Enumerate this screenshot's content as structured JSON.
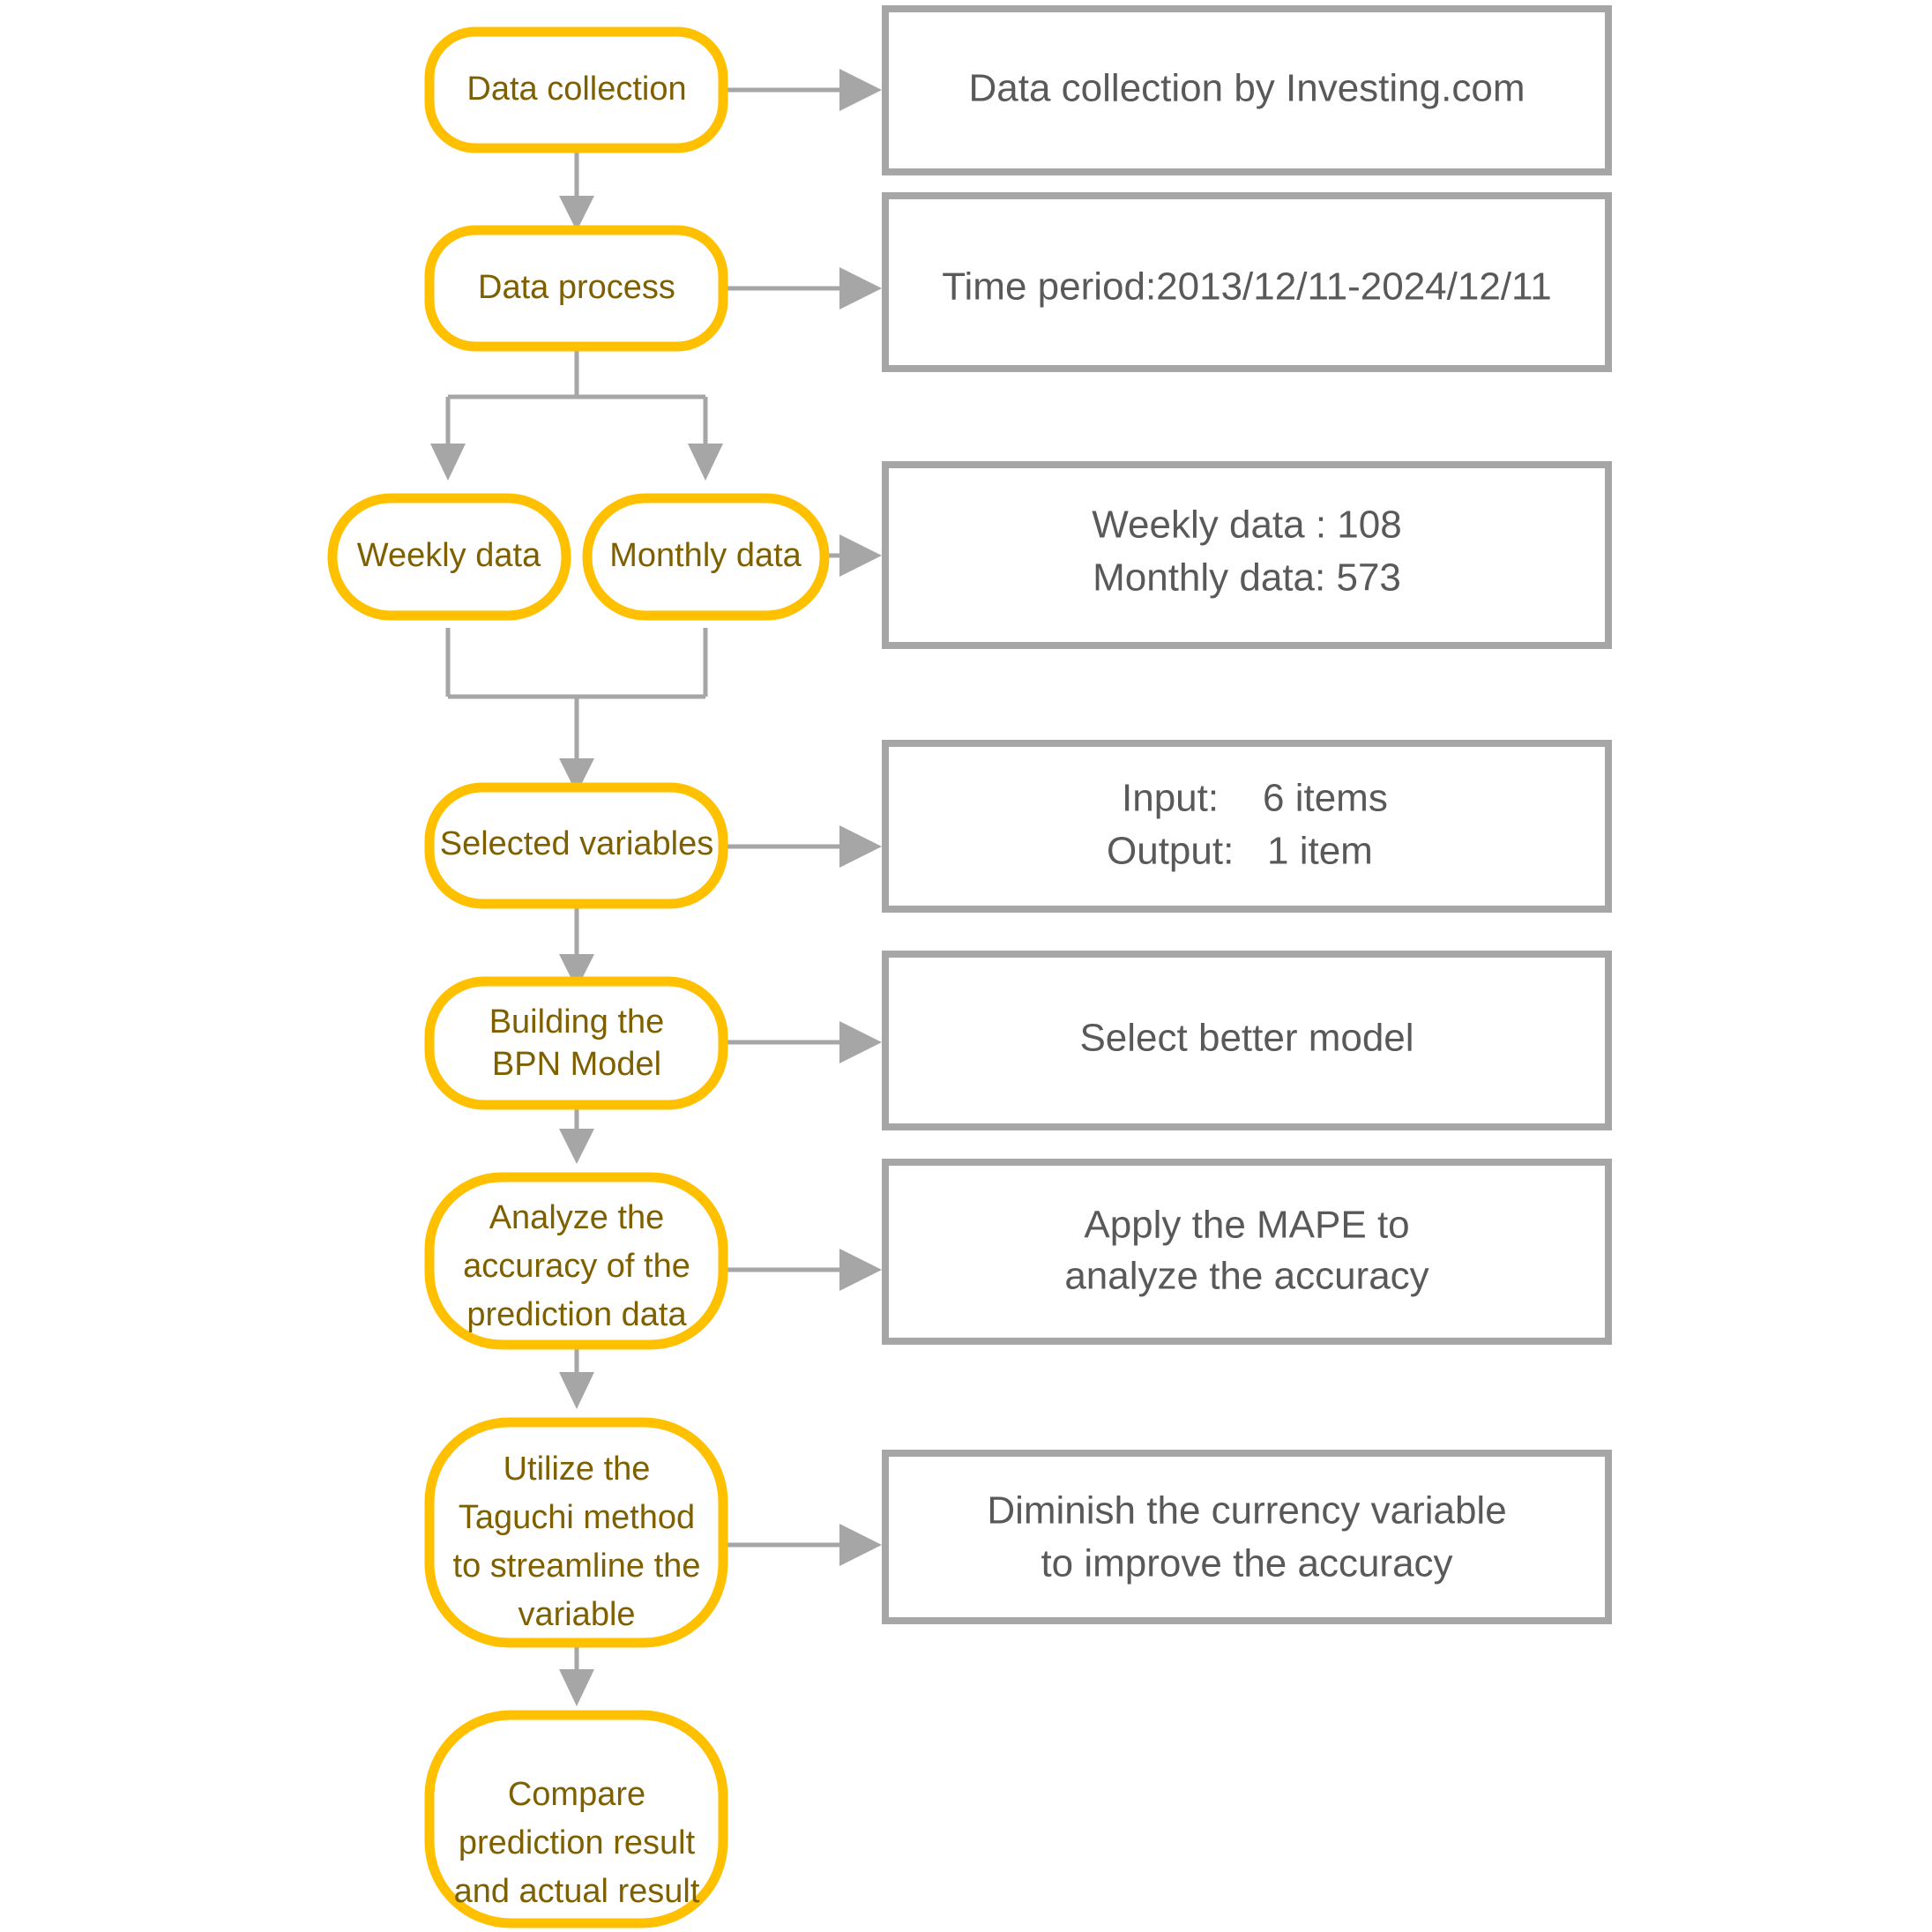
{
  "diagram": {
    "title": "Research methodology flowchart",
    "colors": {
      "node_border": "#FFC000",
      "node_text": "#7F6000",
      "box_border": "#A6A6A6",
      "box_text": "#595959",
      "connector": "#A6A6A6",
      "background": "#FFFFFF"
    }
  },
  "nodes": {
    "data_collection": {
      "label": "Data collection"
    },
    "data_process": {
      "label": "Data process"
    },
    "weekly_data": {
      "label": "Weekly data"
    },
    "monthly_data": {
      "label": "Monthly data"
    },
    "selected_variables": {
      "label": "Selected variables"
    },
    "building_model": {
      "line1": "Building the",
      "line2": "BPN Model"
    },
    "analyze_accuracy": {
      "line1": "Analyze the",
      "line2": "accuracy of the",
      "line3": "prediction data"
    },
    "taguchi": {
      "line1": "Utilize the",
      "line2": "Taguchi method",
      "line3": "to streamline the",
      "line4": "variable"
    },
    "compare": {
      "line1": "Compare",
      "line2": "prediction result",
      "line3": "and actual result"
    }
  },
  "boxes": {
    "source": {
      "line1": "Data collection by Investing.com"
    },
    "time_period": {
      "line1": "Time period:2013/12/11-2024/12/11"
    },
    "counts": {
      "line1": "Weekly data : 108",
      "line2": "Monthly data: 573"
    },
    "variables": {
      "label1": "Input:",
      "value1": "6 items",
      "label2": "Output:",
      "value2": "1 item"
    },
    "model": {
      "line1": "Select better model"
    },
    "mape": {
      "line1": "Apply the MAPE to",
      "line2": "analyze the accuracy"
    },
    "diminish": {
      "line1": "Diminish the currency variable",
      "line2": "to improve the accuracy"
    }
  }
}
